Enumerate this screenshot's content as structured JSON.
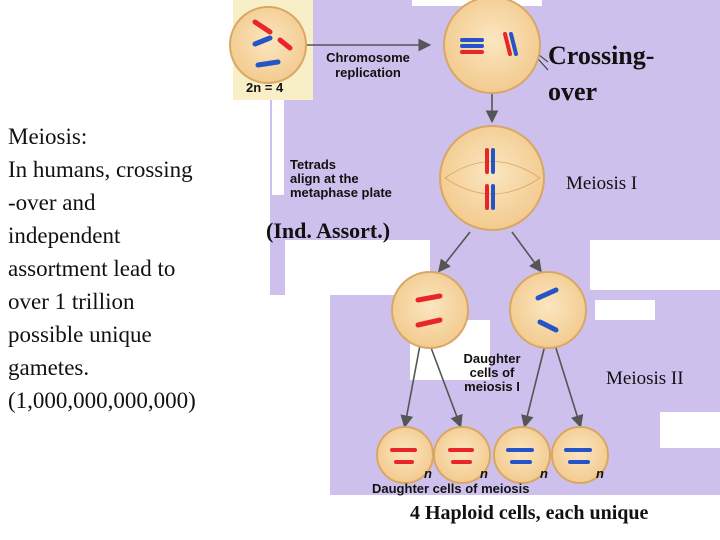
{
  "colors": {
    "lavender": "#cdc0ec",
    "cell_fill": "#f6d7a2",
    "cell_stroke": "#d9a764",
    "chromosome_red": "#e8262a",
    "chromosome_blue": "#2553c8",
    "arrow": "#555555"
  },
  "labels": {
    "two_n": "2n = 4",
    "chromosome_replication": "Chromosome\nreplication",
    "crossing_over": "Crossing-\nover",
    "tetrads": "Tetrads\nalign at the\nmetaphase plate",
    "ind_assort": "(Ind. Assort.)",
    "meiosis_i": "Meiosis I",
    "daughter_cells_i": "Daughter\ncells of\nmeiosis I",
    "meiosis_ii": "Meiosis II",
    "n": "n",
    "daughter_cells_meiosis": "Daughter cells of meiosis",
    "haploid": "4 Haploid cells, each unique"
  },
  "body_text": "Meiosis:\nIn humans, crossing\n-over and\nindependent\nassortment lead to\nover 1 trillion\npossible unique\ngametes.\n(1,000,000,000,000)",
  "icons": [
    "cell",
    "chromosome",
    "arrow"
  ]
}
